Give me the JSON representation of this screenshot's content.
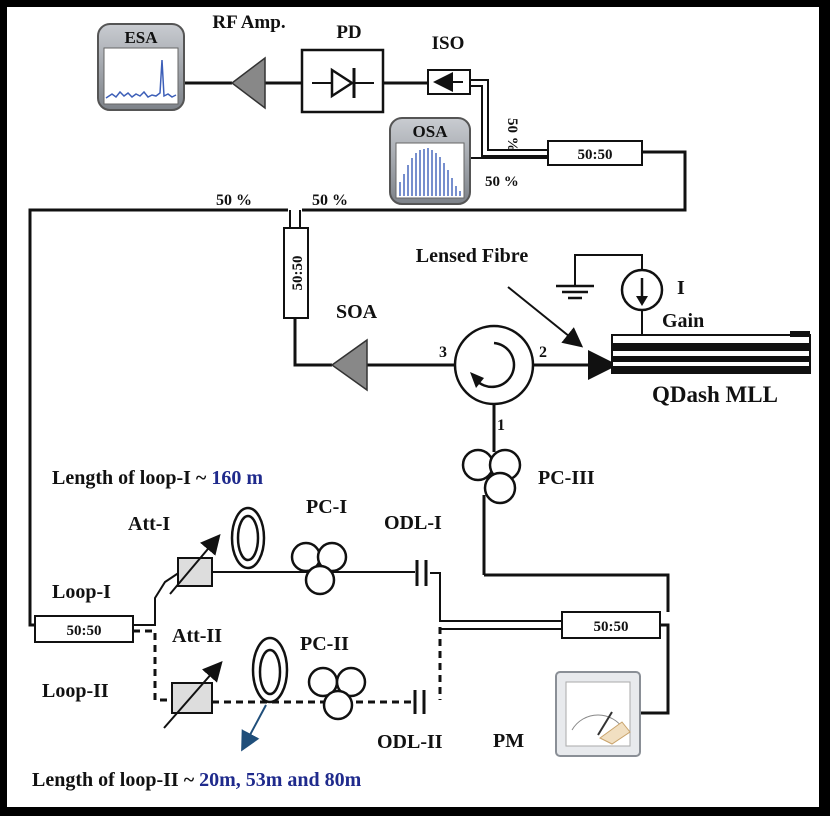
{
  "labels": {
    "esa": "ESA",
    "rf_amp": "RF Amp.",
    "pd": "PD",
    "iso": "ISO",
    "osa": "OSA",
    "pct_iso": "50 %",
    "pct_osa": "50 %",
    "pct_top_left": "50 %",
    "pct_top_right": "50 %",
    "coupler_vertical": "50:50",
    "coupler_top": "50:50",
    "coupler_bottom": "50:50",
    "coupler_left": "50:50",
    "lensed_fibre": "Lensed Fibre",
    "current": "I",
    "gain": "Gain",
    "soa": "SOA",
    "port3": "3",
    "port2": "2",
    "port1": "1",
    "qdash": "QDash MLL",
    "pc3": "PC-III",
    "loop1_len_prefix": "Length of loop-I ~ ",
    "loop1_len_value": "160 m",
    "att1": "Att-I",
    "pc1": "PC-I",
    "odl1": "ODL-I",
    "loop1": "Loop-I",
    "att2": "Att-II",
    "pc2": "PC-II",
    "loop2": "Loop-II",
    "odl2": "ODL-II",
    "pm": "PM",
    "loop2_len_prefix": "Length of loop-II ~ ",
    "loop2_len_value": "20m, 53m and 80m"
  },
  "colors": {
    "frame": "#000000",
    "background": "#ffffff",
    "highlight_text": "#1f2a8c",
    "instrument_gray": "#8a8f96",
    "spectrum_blue": "#3d5fb8"
  }
}
